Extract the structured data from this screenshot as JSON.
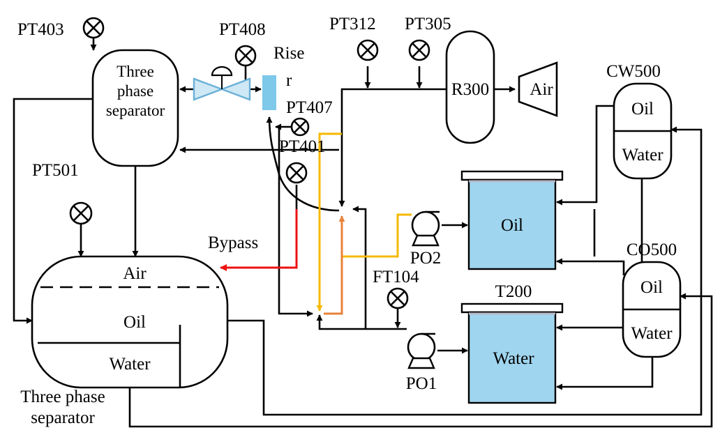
{
  "colors": {
    "line": "#000000",
    "bypass": "#ee1111",
    "yellow_line": "#f5b800",
    "orange_line": "#e8823a",
    "tank_fill": "#9fd5ee",
    "riser_fill": "#7ec8ea",
    "valve_fill": "#cfe8f5",
    "valve_stroke": "#6ab0d8"
  },
  "labels": {
    "pt403": "PT403",
    "pt408": "PT408",
    "riser_line1": "Rise",
    "riser_line2": "r",
    "pt312": "PT312",
    "pt305": "PT305",
    "cw500": "CW500",
    "top_separator": [
      "Three",
      "phase",
      "separator"
    ],
    "r300": "R300",
    "air_compressor": "Air",
    "pt407": "PT407",
    "pt401": "PT401",
    "pt501": "PT501",
    "cw500_oil": "Oil",
    "cw500_water": "Water",
    "t300_oil": "Oil",
    "po2": "PO2",
    "bypass": "Bypass",
    "co500": "CO500",
    "co500_oil": "Oil",
    "co500_water": "Water",
    "main_air": "Air",
    "main_oil": "Oil",
    "main_water": "Water",
    "ft104": "FT104",
    "t200": "T200",
    "t200_water": "Water",
    "po1": "PO1",
    "bottom_separator": [
      "Three phase",
      "separator"
    ]
  },
  "icons": {
    "transmitter": "circle-x-icon",
    "valve": "control-valve-icon",
    "pump": "pump-icon",
    "compressor": "compressor-icon"
  }
}
